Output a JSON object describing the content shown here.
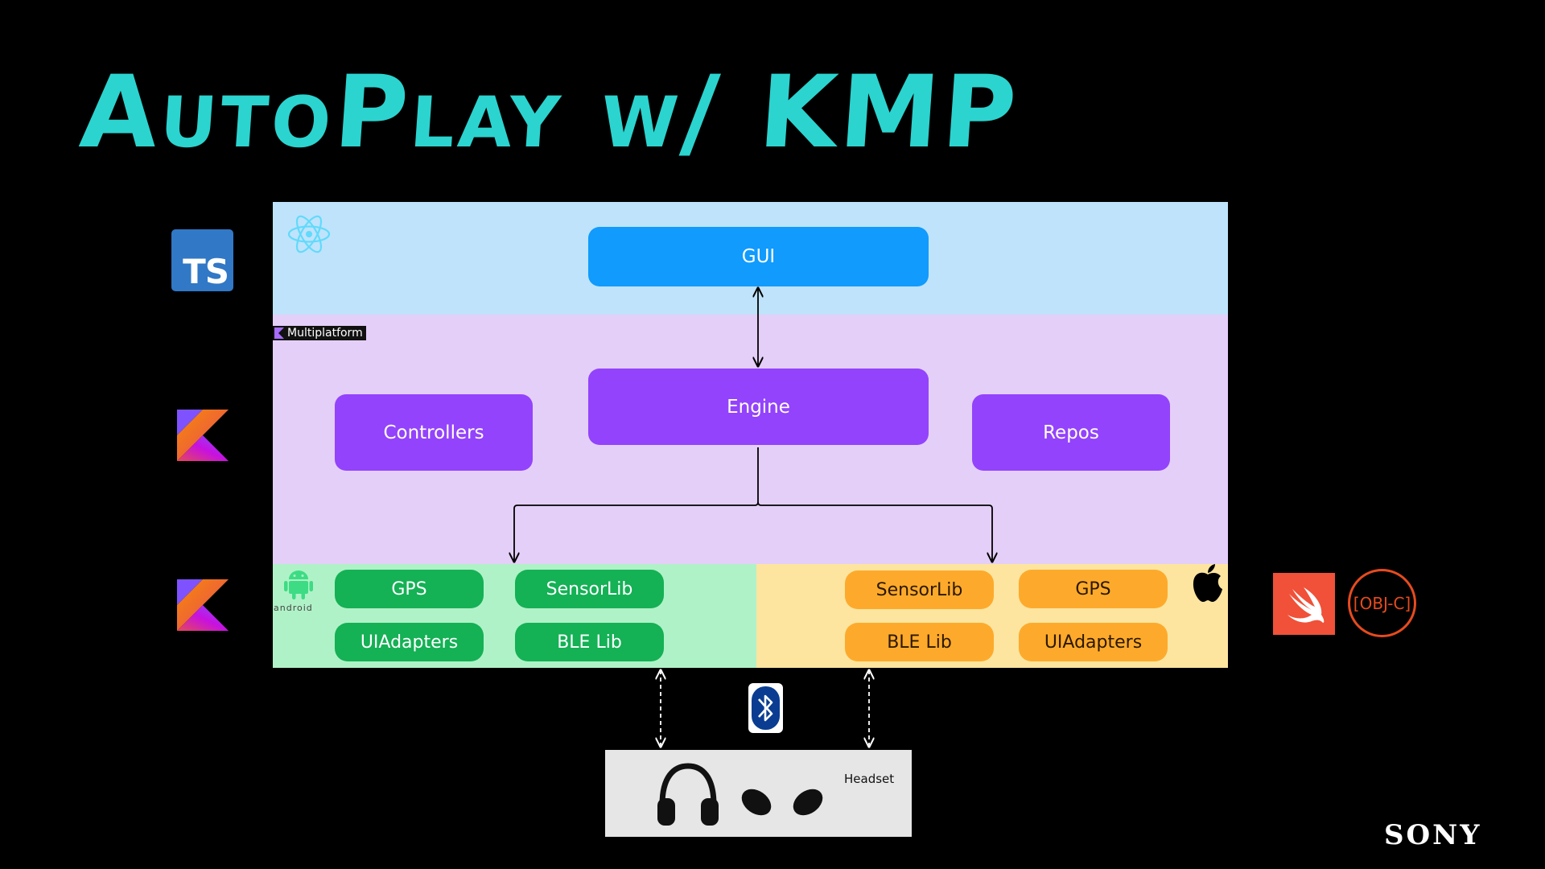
{
  "title": "AutoPlay w/ KMP",
  "layers": {
    "react": {
      "boxes": {
        "gui": "GUI"
      }
    },
    "kmp": {
      "tag": "Multiplatform",
      "boxes": {
        "controllers": "Controllers",
        "engine": "Engine",
        "repos": "Repos"
      }
    },
    "android": {
      "platform_label": "android",
      "chips": [
        "GPS",
        "SensorLib",
        "UIAdapters",
        "BLE Lib"
      ]
    },
    "ios": {
      "chips": [
        "SensorLib",
        "GPS",
        "BLE Lib",
        "UIAdapters"
      ]
    }
  },
  "headset": {
    "label": "Headset"
  },
  "left_logos": [
    "typescript-icon",
    "kotlin-icon",
    "kotlin-icon"
  ],
  "right_logos": {
    "swift": "swift-icon",
    "objc": "[OBJ-C]"
  },
  "brand": "SONY",
  "colors": {
    "title": "#2bd4cf",
    "react_band": "#bfe3fb",
    "kmp_band": "#e4cff9",
    "android_band": "#b0f2c7",
    "ios_band": "#fde59f",
    "gui_box": "#109bfd",
    "kmp_box": "#9343fb",
    "android_chip": "#14b155",
    "ios_chip": "#fdaa2c"
  }
}
